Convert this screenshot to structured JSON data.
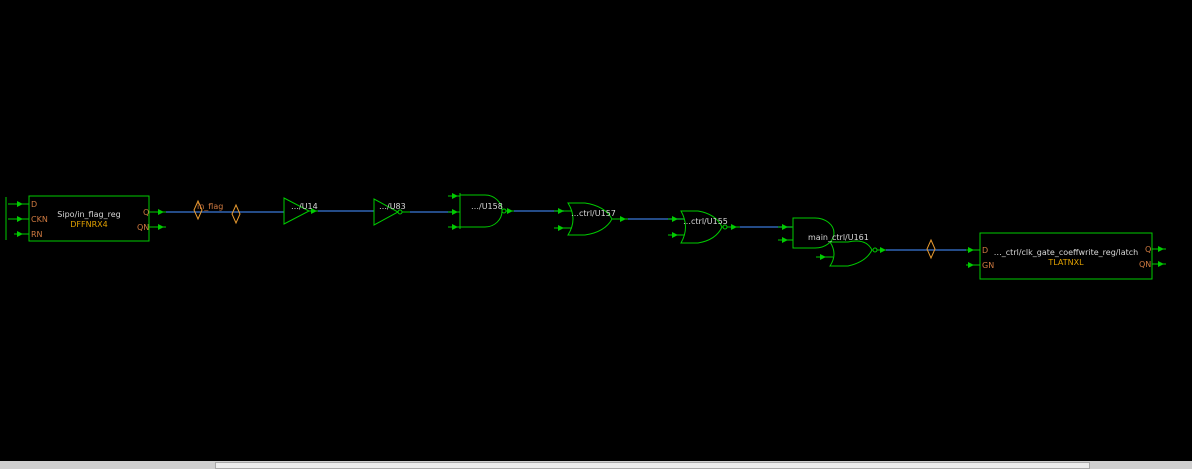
{
  "flop": {
    "name": "Sipo/in_flag_reg",
    "cell": "DFFNRX4",
    "pins": {
      "d": "D",
      "ckn": "CKN",
      "rn": "RN",
      "q": "Q",
      "qn": "QN"
    }
  },
  "net_label": "in_flag",
  "gates": {
    "u14": "…/U14",
    "u83": "…/U83",
    "u158": "…/U158",
    "u157": "…ctrl/U157",
    "u155": "…ctrl/U155",
    "u161": "main_ctrl/U161"
  },
  "latch": {
    "name": "…_ctrl/clk_gate_coeffwrite_reg/latch",
    "cell": "TLATNXL",
    "pins": {
      "d": "D",
      "gn": "GN",
      "q": "Q",
      "qn": "QN"
    }
  },
  "colors": {
    "background": "#000000",
    "gate_stroke": "#00cc00",
    "wire": "#3a78d8",
    "pin_label": "#d07a40",
    "cell_type": "#e0a000",
    "marker": "#e89a30"
  }
}
